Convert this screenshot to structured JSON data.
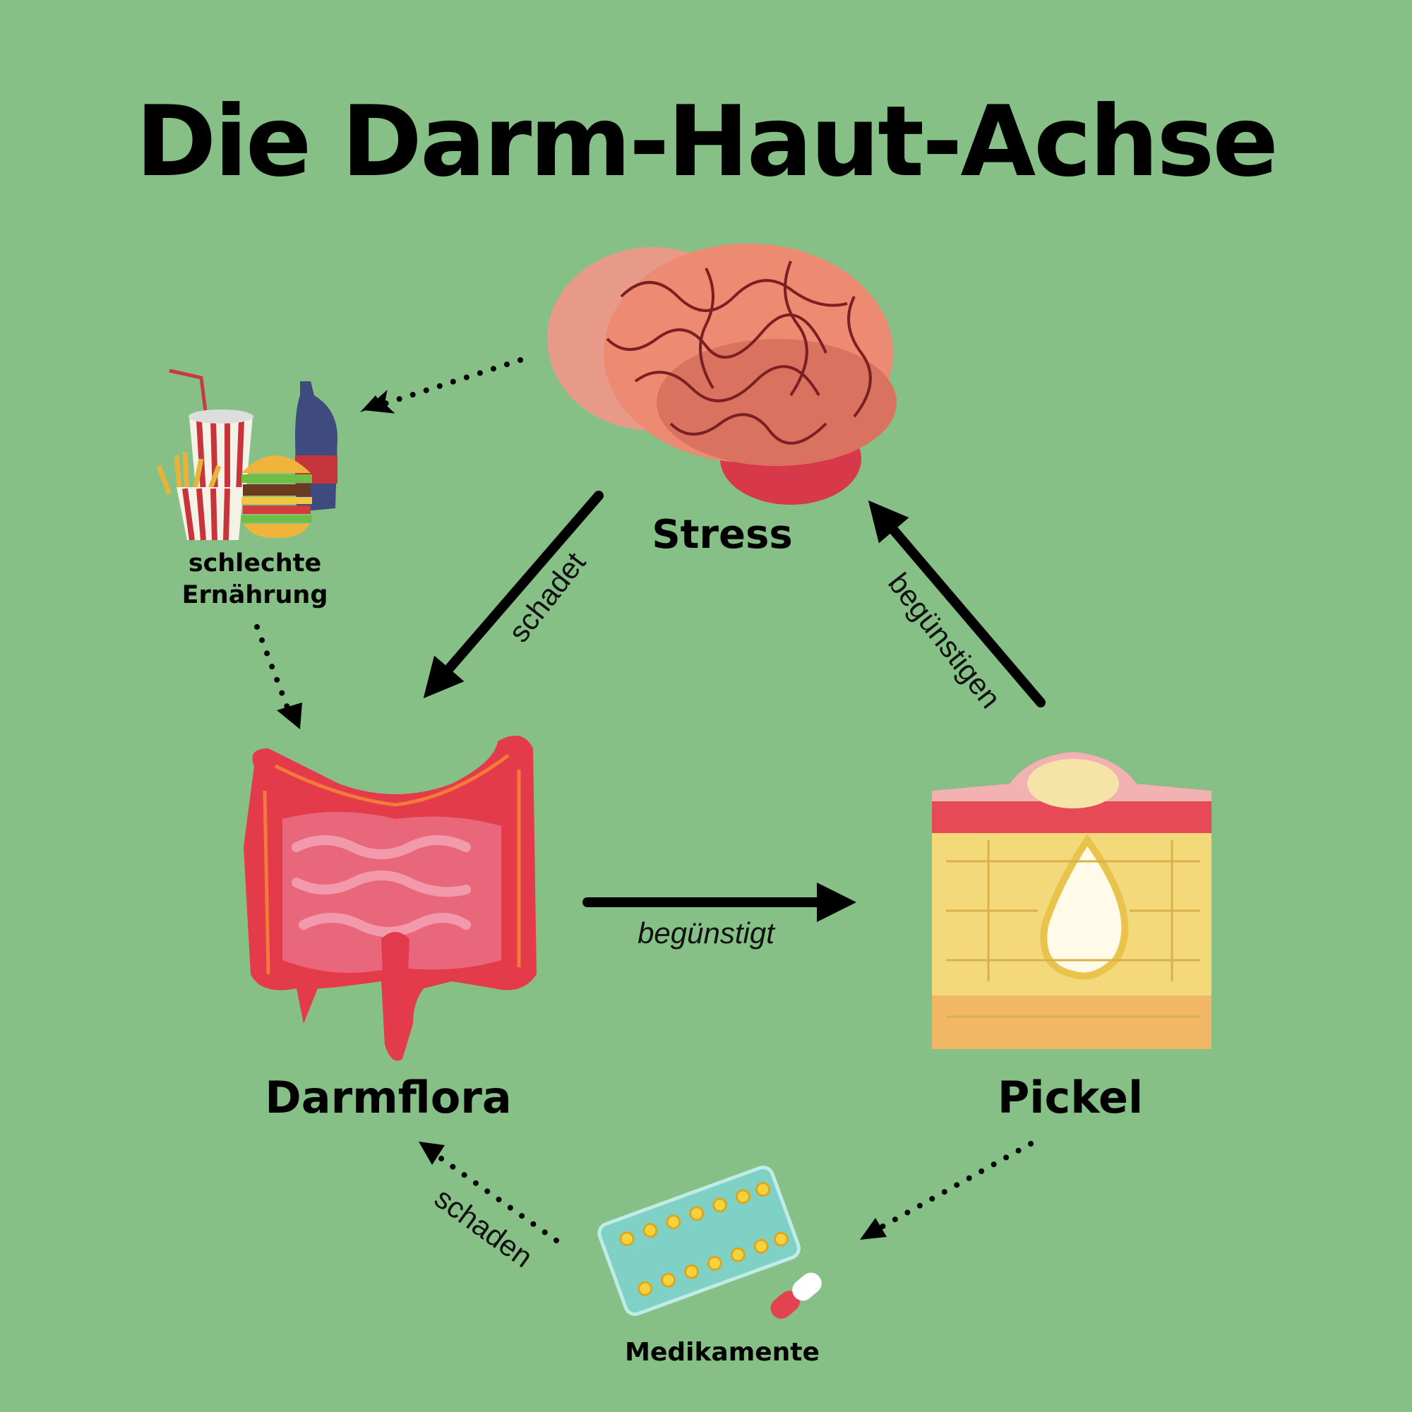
{
  "title": "Die Darm-Haut-Achse",
  "nodes": {
    "stress": "Stress",
    "darmflora": "Darmflora",
    "pickel": "Pickel",
    "ernaehrung_line1": "schlechte",
    "ernaehrung_line2": "Ernährung",
    "medikamente": "Medikamente"
  },
  "edges": {
    "stress_darmflora": "schadet",
    "pickel_stress": "begünstigen",
    "darmflora_pickel": "begünstigt",
    "medikamente_darmflora": "schaden"
  },
  "colors": {
    "background": "#86c087",
    "arrow": "#000000"
  }
}
